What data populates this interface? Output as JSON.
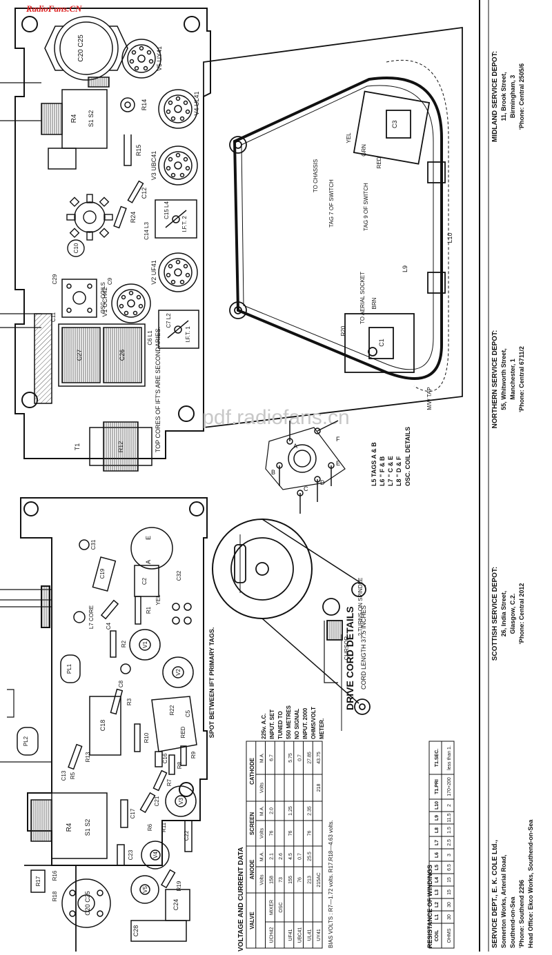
{
  "source_mark": "RadioFans.CN",
  "watermark": "pdf.radiofans.cn",
  "chassis_top": {
    "labels": {
      "c20_c25": "C20  C25",
      "v5": "V5 UY41",
      "v4": "V4 UL41",
      "v3": "V3 UBC41",
      "v2": "V2 UF41",
      "v1": "V1 UCH42",
      "r14": "R14",
      "r4": "R4",
      "s1s2": "S1  S2",
      "r15": "R15",
      "c12": "C12",
      "r24": "R24",
      "c10": "C10",
      "c11": "C11",
      "c9": "C9",
      "c29": "C29",
      "osc_coils": "OSC. COILS",
      "c27": "C27",
      "c26": "C26",
      "c15_l4": "C15 L4",
      "ift2": "I.F.T. 2",
      "c14_l3": "C14 L3",
      "c7_l2": "C7 L2",
      "ift1": "I.F.T. 1",
      "c6_l1": "C6 L1",
      "top_cores_note": "TOP CORES OF IFT'S ARE SECONDARIES.",
      "r12": "R12",
      "t1": "T1"
    }
  },
  "ferrite_frame": {
    "labels": {
      "c3": "C3",
      "yel": "YEL",
      "grn": "GRN",
      "red": "RED",
      "to_chassis": "TO CHASSIS",
      "tag7": "TAG 7 OF SWITCH",
      "tag9": "TAG 9 OF SWITCH",
      "l10": "L10",
      "l9": "L9",
      "to_aerial": "TO AERIAL SOCKET",
      "brn": "BRN",
      "r20": "R20",
      "c1": "C1",
      "mw_tap": "M/W TAP"
    }
  },
  "osc_coil": {
    "tags": [
      "L5  TAGS A & B",
      "L6    \"    F & B",
      "L7    \"    C & E",
      "L8    \"    D & F"
    ],
    "title": "OSC. COIL DETAILS",
    "pin_labels": [
      "A",
      "B",
      "C",
      "D",
      "E",
      "F"
    ]
  },
  "chassis_bottom": {
    "labels": {
      "e": "E",
      "a": "A",
      "c31": "C31",
      "c19": "C19",
      "c2": "C2",
      "c32": "C32",
      "yel": "YEL",
      "c4": "C4",
      "r1": "R1",
      "l7_core": "L7 CORE",
      "r2": "R2",
      "v1": "V1",
      "pl1": "PL1",
      "c8": "C8",
      "v2": "V2",
      "r3": "R3",
      "c18": "C18",
      "r10": "R10",
      "c5": "C5",
      "r22": "R22",
      "red": "RED",
      "r9": "R9",
      "c16": "C16",
      "r8": "R8",
      "r7": "R7",
      "pl2": "PL2",
      "r13": "R13",
      "r5": "R5",
      "c13": "C13",
      "c21": "C21",
      "v3": "V3",
      "c17": "C17",
      "r6": "R6",
      "r11": "R11",
      "r4": "R4",
      "s1s2": "S1  S2",
      "c22": "C22",
      "v4": "V4",
      "c23": "C23",
      "r19": "R19",
      "r17": "R17",
      "r16": "R16",
      "r18": "R18",
      "c20_c25": "C20  C25",
      "v5": "V5",
      "c24": "C24",
      "c28": "C28",
      "spot_note": "SPOT BETWEEN IFT PRIMARY TAGS."
    }
  },
  "drive_cord": {
    "title": "DRIVE CORD DETAILS",
    "length": "CORD LENGTH 37.5 INCHES",
    "turns": "2 TURNS ON SPINDLE",
    "cursor": "CURSOR"
  },
  "voltage_table": {
    "title": "VOLTAGE AND CURRENT DATA",
    "group_headers": [
      "VALVE",
      "ANODE",
      "SCREEN",
      "CATHODE"
    ],
    "sub_headers": [
      "Volts",
      "M.A.",
      "Volts",
      "M.A.",
      "Volts",
      "M.A."
    ],
    "rows": [
      {
        "valve": "UCH42",
        "sub": "MIXER",
        "cells": [
          "158",
          "2.1",
          "76",
          "2.0",
          "",
          "6.7"
        ]
      },
      {
        "valve": "",
        "sub": "OSC",
        "cells": [
          "73",
          "2.6",
          "",
          "",
          "",
          ""
        ]
      },
      {
        "valve": "UF41",
        "sub": "",
        "cells": [
          "155",
          "4.5",
          "76",
          "1.25",
          "",
          "5.75"
        ]
      },
      {
        "valve": "UBC41",
        "sub": "",
        "cells": [
          "76",
          "0.7",
          "",
          "",
          "",
          "0.7"
        ]
      },
      {
        "valve": "UL41",
        "sub": "",
        "cells": [
          "213",
          "25.5",
          "76",
          "2.35",
          "",
          "27.85"
        ]
      },
      {
        "valve": "UY41",
        "sub": "",
        "cells": [
          "215AC",
          "",
          "",
          "",
          "218",
          "43.75"
        ]
      }
    ],
    "bias": "BIAS VOLTS : R7—1.72 volts.  R17.R18—4.63 volts.",
    "note": [
      "225v.  A.C.",
      "INPUT.  SET",
      "TUNED TO",
      "550 METRES",
      "NO  SIGNAL",
      "INPUT.  2000",
      "OHMS/VOLT",
      "METER."
    ]
  },
  "windings_table": {
    "title": "RESISTANCE OF WINDINGS",
    "header": [
      "COIL",
      "L1",
      "L2",
      "L3",
      "L4",
      "L5",
      "L6",
      "L7",
      "L8",
      "L9",
      "L10",
      "T1.PRI",
      "T1.SEC."
    ],
    "values": [
      "OHMS",
      "30",
      "30",
      "15",
      "15",
      "6.5",
      "3",
      "2.5",
      "1.5",
      "11.5",
      "2",
      "170+200",
      "less than 1."
    ]
  },
  "depots": [
    {
      "lines": [
        "SERVICE DEPT., E. K. COLE Ltd.,",
        "Somerton Works, Arterial Road,",
        "Southend-on-Sea",
        "'Phone: Southend 2296",
        "Head Office: Ekco Works, Southend-on-Sea"
      ]
    },
    {
      "lines": [
        "SCOTTISH SERVICE DEPOT:",
        "26, India Street,",
        "Glasgow, C.2.",
        "'Phone: Central 2012"
      ]
    },
    {
      "lines": [
        "NORTHERN SERVICE DEPOT:",
        "55, Whitworth Street,",
        "Manchester, 1",
        "'Phone: Central 6711/2"
      ]
    },
    {
      "lines": [
        "MIDLAND SERVICE DEPOT:",
        "11, Brook Street,",
        "Birmingham, 3",
        "'Phone: Central 2505/6"
      ]
    }
  ]
}
